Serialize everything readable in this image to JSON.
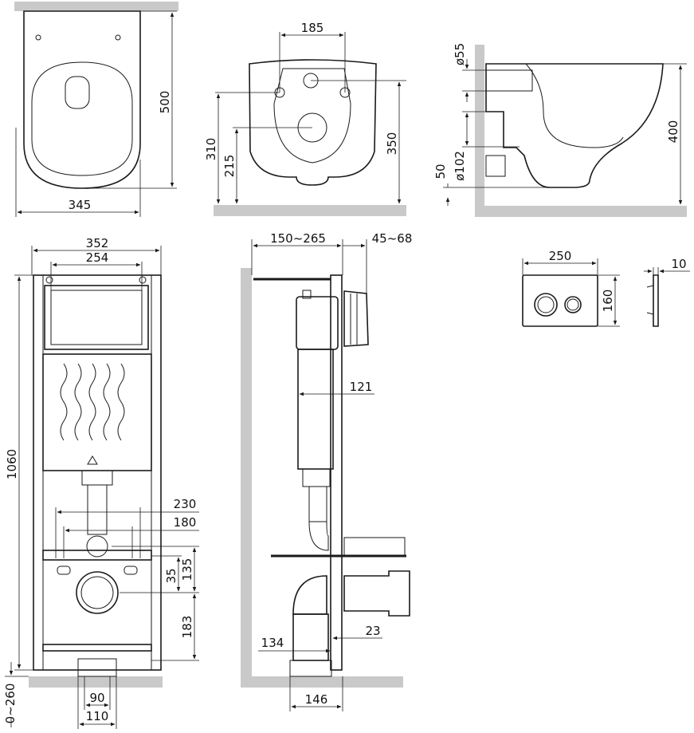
{
  "bowl_top": {
    "width": "345",
    "length": "500"
  },
  "bowl_front": {
    "hole_spacing": "185",
    "mount_height": "310",
    "inlet_height": "215",
    "overall_height": "350"
  },
  "bowl_side": {
    "dia_inlet": "ø55",
    "dia_outlet": "ø102",
    "offset": "50",
    "height": "400"
  },
  "frame_front": {
    "outer_width": "352",
    "inner_width": "254",
    "height": "1060",
    "bolt_230": "230",
    "bolt_180": "180",
    "d35": "35",
    "d135": "135",
    "d183": "183",
    "foot_range": "0~260",
    "foot_90": "90",
    "foot_110": "110"
  },
  "frame_side": {
    "wall_range": "150~265",
    "depth_range": "45~68",
    "tank_121": "121",
    "bend_134": "134",
    "d23": "23",
    "base_146": "146"
  },
  "flush_plate": {
    "width": "250",
    "height": "160",
    "thickness": "10"
  }
}
